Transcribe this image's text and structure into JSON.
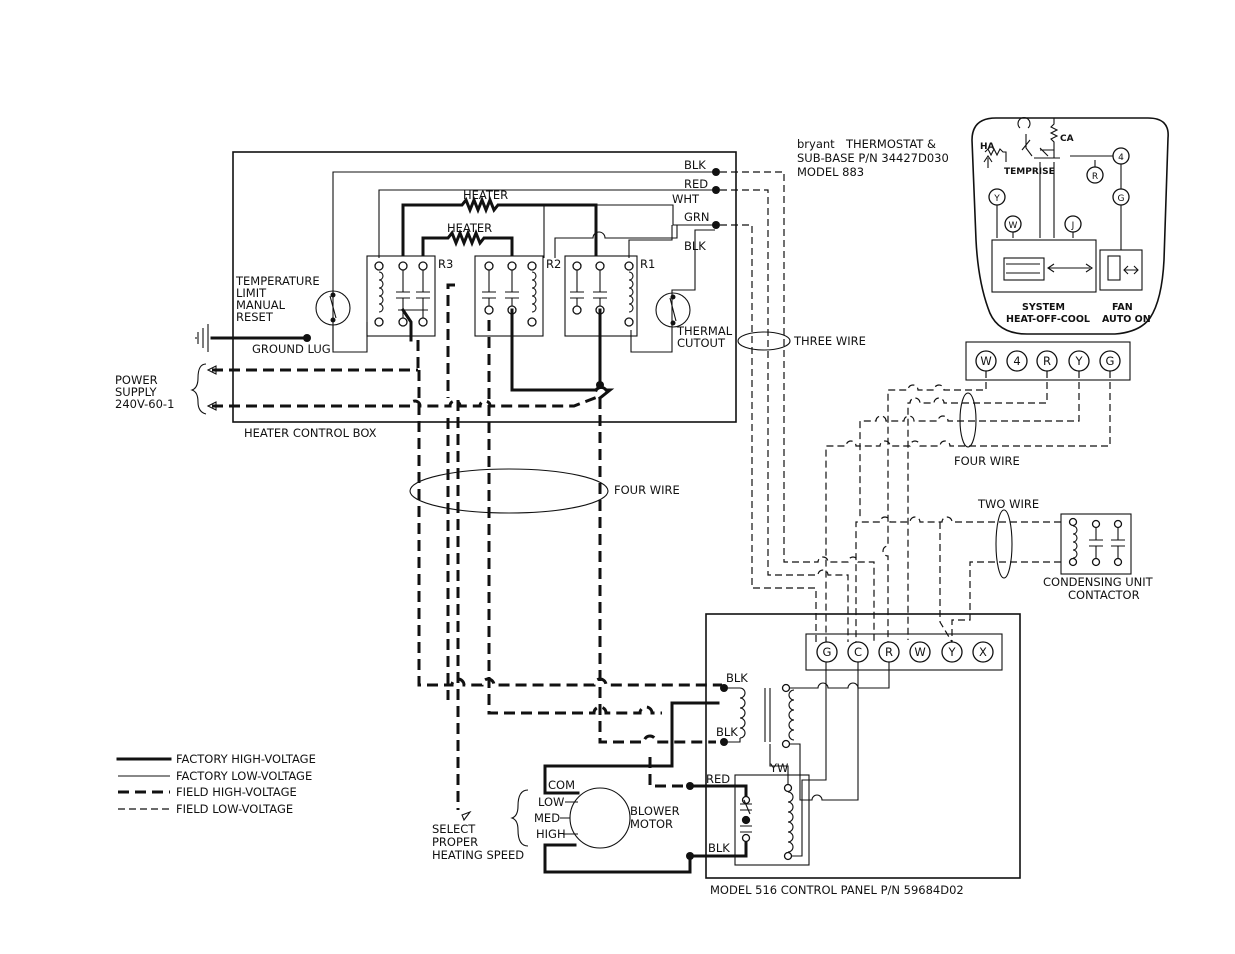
{
  "thermostat": {
    "brand": "bryant",
    "line1": "THERMOSTAT &",
    "line2": "SUB-BASE P/N 34427D030",
    "line3": "MODEL 883",
    "ha": "HA",
    "ca": "CA",
    "temprise": "TEMPRISE",
    "terminals_top": [
      "Y",
      "R",
      "4",
      "G"
    ],
    "terminals_mid": [
      "W",
      "J"
    ],
    "system_label": "SYSTEM",
    "system_modes": "HEAT-OFF-COOL",
    "fan_label": "FAN",
    "fan_modes": "AUTO ON"
  },
  "thermostat_strip": [
    "W",
    "4",
    "R",
    "Y",
    "G"
  ],
  "control_panel": {
    "label": "MODEL 516 CONTROL PANEL P/N 59684D02",
    "terminals": [
      "G",
      "C",
      "R",
      "W",
      "Y",
      "X"
    ],
    "blk": "BLK",
    "red": "RED",
    "yw": "YW"
  },
  "heater_box": {
    "label": "HEATER CONTROL BOX",
    "heater": "HEATER",
    "relays": [
      "R3",
      "R2",
      "R1"
    ],
    "wire_colors": [
      "BLK",
      "RED",
      "WHT",
      "GRN",
      "BLK"
    ],
    "temp_limit": [
      "TEMPERATURE",
      "LIMIT",
      "MANUAL",
      "RESET"
    ],
    "ground_lug": "GROUND LUG",
    "thermal_cutout": [
      "THERMAL",
      "CUTOUT"
    ]
  },
  "power_supply": [
    "POWER",
    "SUPPLY",
    "240V-60-1"
  ],
  "wire_labels": {
    "three_wire": "THREE WIRE",
    "four_wire_left": "FOUR WIRE",
    "four_wire_right": "FOUR WIRE",
    "two_wire": "TWO WIRE"
  },
  "contactor": [
    "CONDENSING UNIT",
    "CONTACTOR"
  ],
  "motor": {
    "name": [
      "BLOWER",
      "MOTOR"
    ],
    "taps": [
      "COM",
      "LOW",
      "MED",
      "HIGH"
    ],
    "select": [
      "SELECT",
      "PROPER",
      "HEATING SPEED"
    ]
  },
  "legend": [
    {
      "style": "factory-hv",
      "label": "FACTORY HIGH-VOLTAGE"
    },
    {
      "style": "factory-lv",
      "label": "FACTORY LOW-VOLTAGE"
    },
    {
      "style": "field-hv",
      "label": "FIELD HIGH-VOLTAGE"
    },
    {
      "style": "field-lv",
      "label": "FIELD LOW-VOLTAGE"
    }
  ]
}
